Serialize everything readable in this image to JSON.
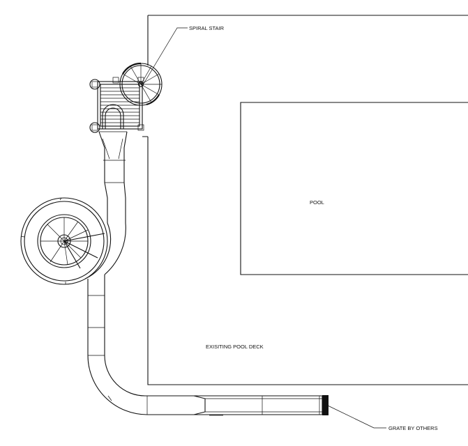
{
  "labels": {
    "spiral_stair": "SPIRAL STAIR",
    "pool": "POOL",
    "deck": "EXISITING POOL DECK",
    "grate": "GRATE BY OTHERS"
  }
}
